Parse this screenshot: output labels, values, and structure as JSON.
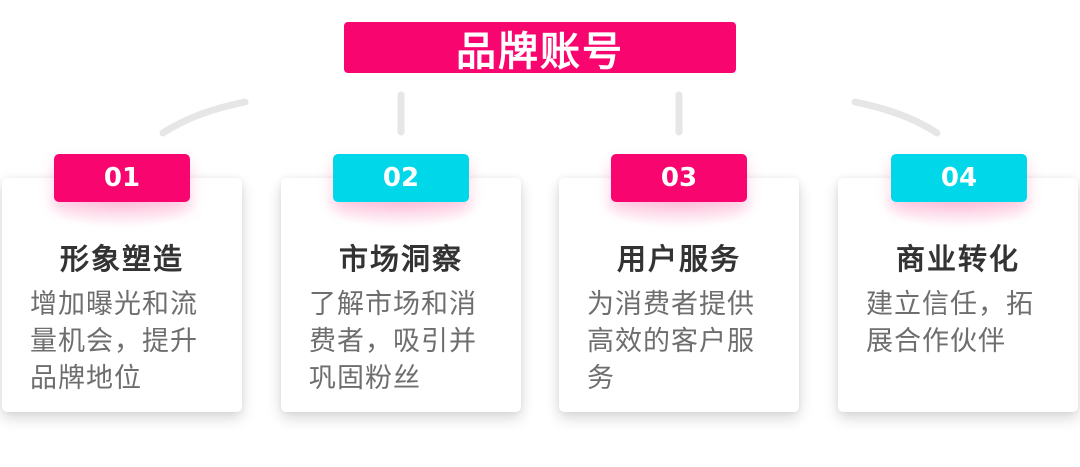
{
  "title": "品牌账号",
  "colors": {
    "pink": "#f8056f",
    "cyan": "#00d8ea",
    "title_text": "#333333",
    "desc_text": "#6e6e6e",
    "connector": "#e6e6e6"
  },
  "items": [
    {
      "number": "01",
      "badge_color": "pink",
      "title": "形象塑造",
      "description": "增加曝光和流量机会，提升品牌地位"
    },
    {
      "number": "02",
      "badge_color": "cyan",
      "title": "市场洞察",
      "description": "了解市场和消费者，吸引并巩固粉丝"
    },
    {
      "number": "03",
      "badge_color": "pink",
      "title": "用户服务",
      "description": "为消费者提供高效的客户服务"
    },
    {
      "number": "04",
      "badge_color": "cyan",
      "title": "商业转化",
      "description": "建立信任，拓展合作伙伴"
    }
  ]
}
